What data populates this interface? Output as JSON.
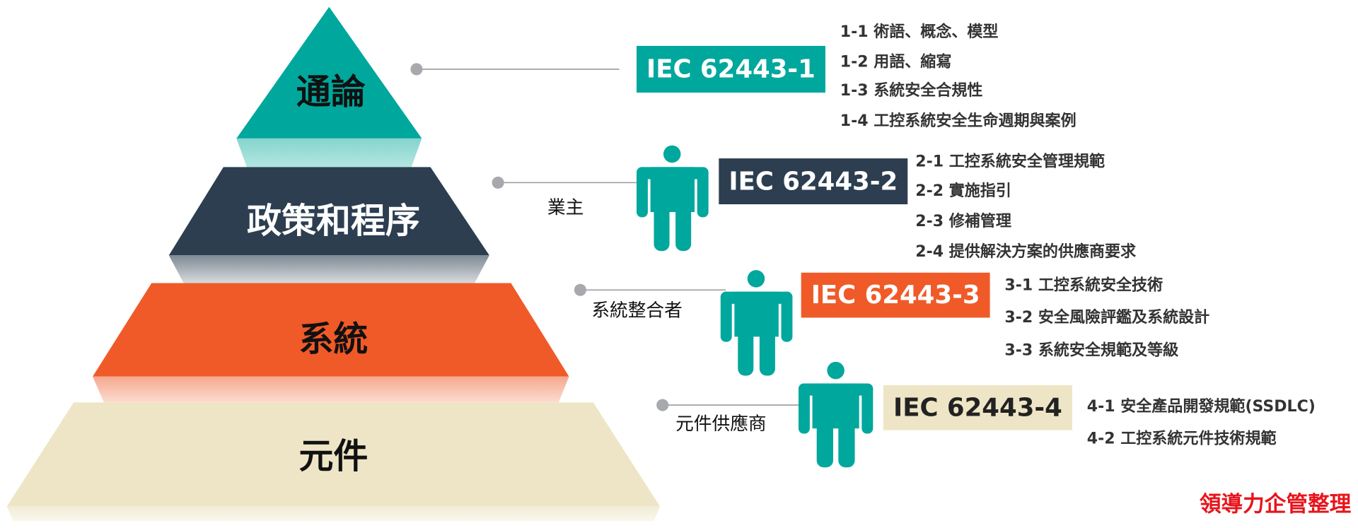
{
  "colors": {
    "teal": "#00A79D",
    "navy": "#2C3E50",
    "orange": "#F05A28",
    "beige": "#EDE5C5",
    "watermark": "#E8141B"
  },
  "pyramid": {
    "levels": [
      {
        "label": "通論"
      },
      {
        "label": "政策和程序"
      },
      {
        "label": "系統"
      },
      {
        "label": "元件"
      }
    ]
  },
  "standards": [
    {
      "code": "IEC 62443-1",
      "role": "",
      "items": [
        "1-1 術語、概念、模型",
        "1-2 用語、縮寫",
        "1-3 系統安全合規性",
        "1-4 工控系統安全生命週期與案例"
      ]
    },
    {
      "code": "IEC 62443-2",
      "role": "業主",
      "items": [
        "2-1 工控系統安全管理規範",
        "2-2 實施指引",
        "2-3 修補管理",
        "2-4 提供解決方案的供應商要求"
      ]
    },
    {
      "code": "IEC 62443-3",
      "role": "系統整合者",
      "items": [
        "3-1 工控系統安全技術",
        "3-2 安全風險評鑑及系統設計",
        "3-3 系統安全規範及等級"
      ]
    },
    {
      "code": "IEC 62443-4",
      "role": "元件供應商",
      "items": [
        "4-1 安全產品開發規範(SSDLC)",
        "4-2 工控系統元件技術規範"
      ]
    }
  ],
  "watermark": "領導力企管整理"
}
